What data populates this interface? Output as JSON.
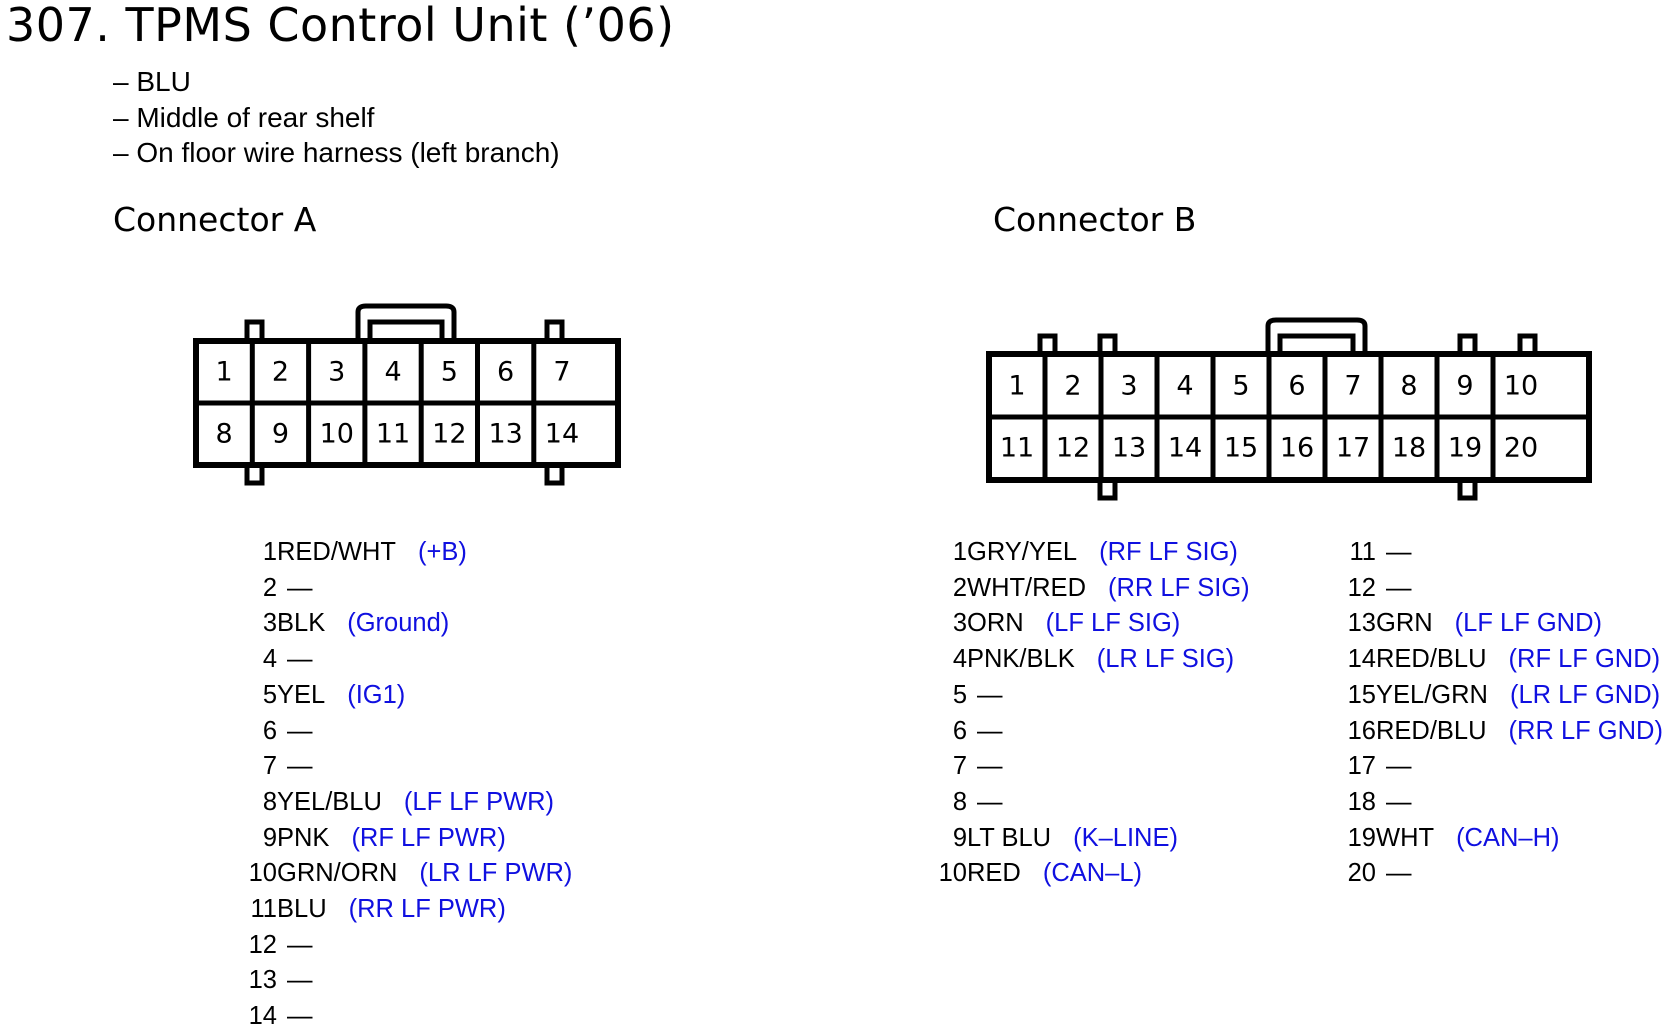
{
  "title": "307. TPMS Control Unit (’06)",
  "notes": [
    "– BLU",
    "– Middle of rear shelf",
    "– On floor wire harness (left branch)"
  ],
  "colors": {
    "function_text": "#1010e0",
    "text": "#000000"
  },
  "connector_a": {
    "title": "Connector A",
    "top_row": [
      "1",
      "2",
      "3",
      "4",
      "5",
      "6",
      "7"
    ],
    "bottom_row": [
      "8",
      "9",
      "10",
      "11",
      "12",
      "13",
      "14"
    ],
    "pins": [
      {
        "num": "1",
        "wire": "RED/WHT",
        "func": "(+B)"
      },
      {
        "num": "2",
        "wire": "—",
        "func": ""
      },
      {
        "num": "3",
        "wire": "BLK",
        "func": "(Ground)"
      },
      {
        "num": "4",
        "wire": "—",
        "func": ""
      },
      {
        "num": "5",
        "wire": "YEL",
        "func": "(IG1)"
      },
      {
        "num": "6",
        "wire": "—",
        "func": ""
      },
      {
        "num": "7",
        "wire": "—",
        "func": ""
      },
      {
        "num": "8",
        "wire": "YEL/BLU",
        "func": "(LF LF PWR)"
      },
      {
        "num": "9",
        "wire": "PNK",
        "func": "(RF LF PWR)"
      },
      {
        "num": "10",
        "wire": "GRN/ORN",
        "func": "(LR LF PWR)"
      },
      {
        "num": "11",
        "wire": "BLU",
        "func": "(RR LF PWR)"
      },
      {
        "num": "12",
        "wire": "—",
        "func": ""
      },
      {
        "num": "13",
        "wire": "—",
        "func": ""
      },
      {
        "num": "14",
        "wire": "—",
        "func": ""
      }
    ]
  },
  "connector_b": {
    "title": "Connector B",
    "top_row": [
      "1",
      "2",
      "3",
      "4",
      "5",
      "6",
      "7",
      "8",
      "9",
      "10"
    ],
    "bottom_row": [
      "11",
      "12",
      "13",
      "14",
      "15",
      "16",
      "17",
      "18",
      "19",
      "20"
    ],
    "pins_col1": [
      {
        "num": "1",
        "wire": "GRY/YEL",
        "func": "(RF LF SIG)"
      },
      {
        "num": "2",
        "wire": "WHT/RED",
        "func": "(RR LF SIG)"
      },
      {
        "num": "3",
        "wire": "ORN",
        "func": "(LF LF SIG)"
      },
      {
        "num": "4",
        "wire": "PNK/BLK",
        "func": "(LR LF SIG)"
      },
      {
        "num": "5",
        "wire": "—",
        "func": ""
      },
      {
        "num": "6",
        "wire": "—",
        "func": ""
      },
      {
        "num": "7",
        "wire": "—",
        "func": ""
      },
      {
        "num": "8",
        "wire": "—",
        "func": ""
      },
      {
        "num": "9",
        "wire": "LT BLU",
        "func": "(K–LINE)"
      },
      {
        "num": "10",
        "wire": "RED",
        "func": "(CAN–L)"
      }
    ],
    "pins_col2": [
      {
        "num": "11",
        "wire": "—",
        "func": ""
      },
      {
        "num": "12",
        "wire": "—",
        "func": ""
      },
      {
        "num": "13",
        "wire": "GRN",
        "func": "(LF LF GND)"
      },
      {
        "num": "14",
        "wire": "RED/BLU",
        "func": "(RF LF GND)"
      },
      {
        "num": "15",
        "wire": "YEL/GRN",
        "func": "(LR LF GND)"
      },
      {
        "num": "16",
        "wire": "RED/BLU",
        "func": "(RR LF GND)"
      },
      {
        "num": "17",
        "wire": "—",
        "func": ""
      },
      {
        "num": "18",
        "wire": "—",
        "func": ""
      },
      {
        "num": "19",
        "wire": "WHT",
        "func": "(CAN–H)"
      },
      {
        "num": "20",
        "wire": "—",
        "func": ""
      }
    ]
  }
}
